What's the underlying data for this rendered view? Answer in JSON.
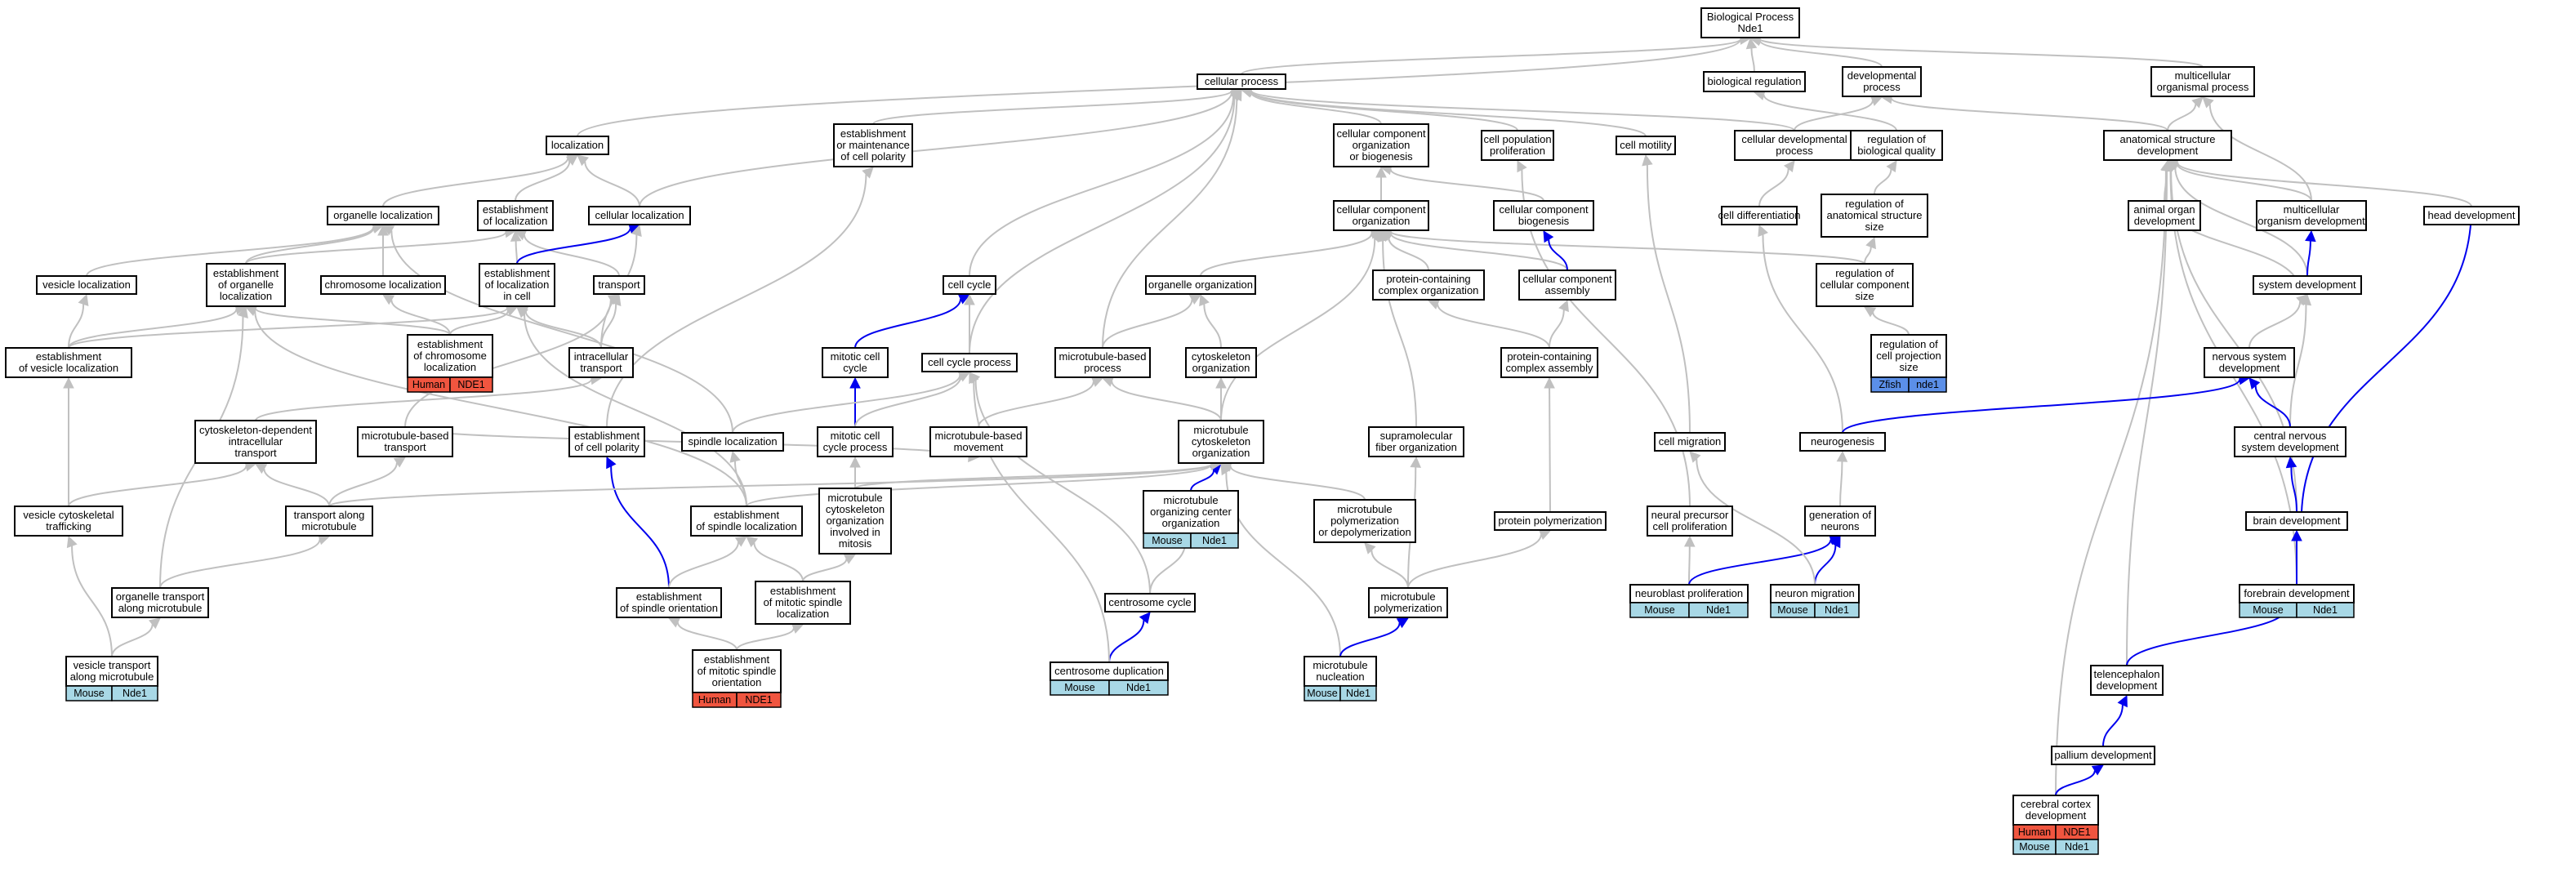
{
  "colors": {
    "human": "#f0553f",
    "mouse": "#a8d8e6",
    "zfish": "#5b8fe8",
    "gray_edge": "#c0c0c0",
    "blue_edge": "#0000ee"
  },
  "species": {
    "human": "Human",
    "mouse": "Mouse",
    "zfish": "Zfish"
  },
  "genes": {
    "human": "NDE1",
    "mouse": "Nde1",
    "zfish": "nde1"
  },
  "nodes": {
    "bp": [
      "Biological Process",
      "Nde1"
    ],
    "cp": [
      "cellular process"
    ],
    "breg": [
      "biological regulation"
    ],
    "dev": [
      "developmental",
      "process"
    ],
    "mop": [
      "multicellular",
      "organismal process"
    ],
    "loc": [
      "localization"
    ],
    "emcp": [
      "establishment",
      "or maintenance",
      "of cell polarity"
    ],
    "ccob": [
      "cellular component",
      "organization",
      "or biogenesis"
    ],
    "cpp": [
      "cell population",
      "proliferation"
    ],
    "cmot": [
      "cell motility"
    ],
    "cdp": [
      "cellular developmental",
      "process"
    ],
    "rbq": [
      "regulation of",
      "biological quality"
    ],
    "asd": [
      "anatomical structure",
      "development"
    ],
    "orgloc": [
      "organelle localization"
    ],
    "estloc": [
      "establishment",
      "of localization"
    ],
    "cellloc": [
      "cellular localization"
    ],
    "cco": [
      "cellular component",
      "organization"
    ],
    "ccb": [
      "cellular component",
      "biogenesis"
    ],
    "cdiff": [
      "cell differentiation"
    ],
    "rass": [
      "regulation of",
      "anatomical structure",
      "size"
    ],
    "aod": [
      "animal organ",
      "development"
    ],
    "mod": [
      "multicellular",
      "organism development"
    ],
    "hd": [
      "head development"
    ],
    "vesloc": [
      "vesicle localization"
    ],
    "eorgloc": [
      "establishment",
      "of organelle",
      "localization"
    ],
    "chrloc": [
      "chromosome localization"
    ],
    "elic": [
      "establishment",
      "of localization",
      "in cell"
    ],
    "transport": [
      "transport"
    ],
    "cc": [
      "cell cycle"
    ],
    "orgorg": [
      "organelle organization"
    ],
    "pcco": [
      "protein-containing",
      "complex organization"
    ],
    "cca": [
      "cellular component",
      "assembly"
    ],
    "rccs": [
      "regulation of",
      "cellular component",
      "size"
    ],
    "sd": [
      "system development"
    ],
    "evl": [
      "establishment",
      "of vesicle localization"
    ],
    "ecl": [
      "establishment",
      "of chromosome",
      "localization"
    ],
    "it": [
      "intracellular",
      "transport"
    ],
    "mcc": [
      "mitotic cell",
      "cycle"
    ],
    "ccp": [
      "cell cycle process"
    ],
    "mbp": [
      "microtubule-based",
      "process"
    ],
    "cytorg": [
      "cytoskeleton",
      "organization"
    ],
    "pcca": [
      "protein-containing",
      "complex assembly"
    ],
    "rcps": [
      "regulation of",
      "cell projection",
      "size"
    ],
    "nsd": [
      "nervous system",
      "development"
    ],
    "cdit": [
      "cytoskeleton-dependent",
      "intracellular",
      "transport"
    ],
    "mbt": [
      "microtubule-based",
      "transport"
    ],
    "ecp": [
      "establishment",
      "of cell polarity"
    ],
    "sploc": [
      "spindle localization"
    ],
    "mccp": [
      "mitotic cell",
      "cycle process"
    ],
    "mbm": [
      "microtubule-based",
      "movement"
    ],
    "mco": [
      "microtubule",
      "cytoskeleton",
      "organization"
    ],
    "sfo": [
      "supramolecular",
      "fiber organization"
    ],
    "cmig": [
      "cell migration"
    ],
    "neurog": [
      "neurogenesis"
    ],
    "cnsd": [
      "central nervous",
      "system development"
    ],
    "vct": [
      "vesicle cytoskeletal",
      "trafficking"
    ],
    "tam": [
      "transport along",
      "microtubule"
    ],
    "esl": [
      "establishment",
      "of spindle localization"
    ],
    "mcom": [
      "microtubule",
      "cytoskeleton",
      "organization",
      "involved in",
      "mitosis"
    ],
    "mocorg": [
      "microtubule",
      "organizing center",
      "organization"
    ],
    "mpd": [
      "microtubule",
      "polymerization",
      "or depolymerization"
    ],
    "pp": [
      "protein polymerization"
    ],
    "npcp": [
      "neural precursor",
      "cell proliferation"
    ],
    "gon": [
      "generation of",
      "neurons"
    ],
    "bd": [
      "brain development"
    ],
    "otam": [
      "organelle transport",
      "along microtubule"
    ],
    "eso": [
      "establishment",
      "of spindle orientation"
    ],
    "emsl": [
      "establishment",
      "of mitotic spindle",
      "localization"
    ],
    "ccyc": [
      "centrosome cycle"
    ],
    "mpol": [
      "microtubule",
      "polymerization"
    ],
    "nbp": [
      "neuroblast proliferation"
    ],
    "nmig": [
      "neuron migration"
    ],
    "fbd": [
      "forebrain development"
    ],
    "vtam": [
      "vesicle transport",
      "along microtubule"
    ],
    "emso": [
      "establishment",
      "of mitotic spindle",
      "orientation"
    ],
    "cdup": [
      "centrosome duplication"
    ],
    "mnuc": [
      "microtubule",
      "nucleation"
    ],
    "tel": [
      "telencephalon",
      "development"
    ],
    "pd": [
      "pallium development"
    ],
    "ccd": [
      "cerebral cortex",
      "development"
    ]
  }
}
